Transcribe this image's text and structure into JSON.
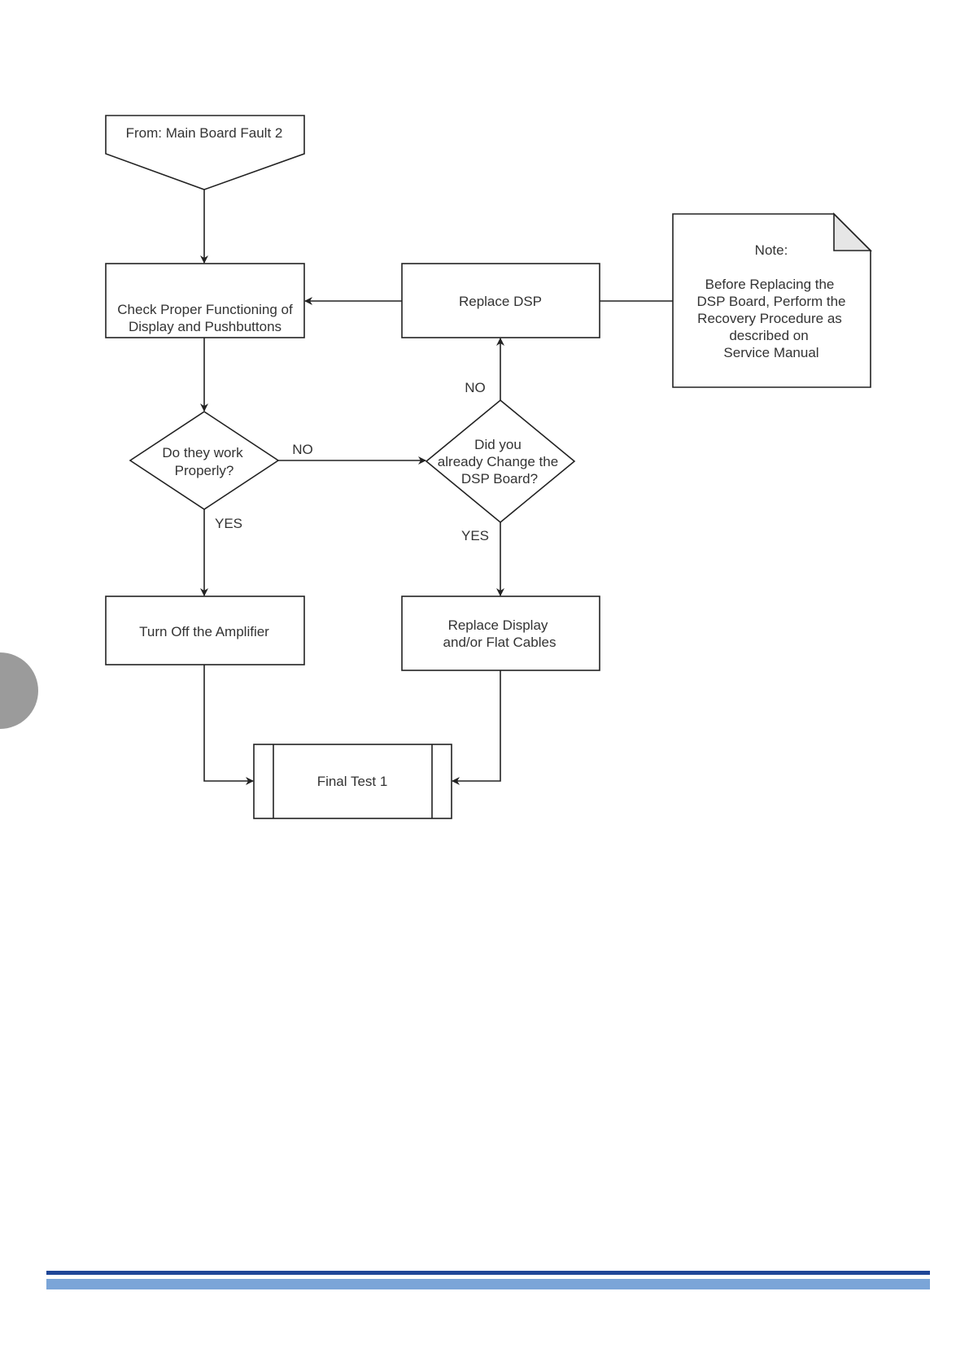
{
  "flowchart": {
    "start": "From: Main Board Fault 2",
    "check": [
      "Check Proper Functioning of",
      "Display and Pushbuttons"
    ],
    "replace_dsp": "Replace DSP",
    "note": [
      "Note:",
      "Before Replacing the",
      "DSP Board, Perform the",
      "Recovery Procedure as",
      "described on",
      "Service Manual"
    ],
    "decision1": [
      "Do they work",
      "Properly?"
    ],
    "decision2": [
      "Did you",
      "already Change the",
      "DSP Board?"
    ],
    "turn_off": "Turn Off the Amplifier",
    "replace_display": [
      "Replace Display",
      "and/or Flat Cables"
    ],
    "final_test": "Final Test 1",
    "labels": {
      "d1_no": "NO",
      "d1_yes": "YES",
      "d2_no": "NO",
      "d2_yes": "YES"
    }
  },
  "colors": {
    "bar_dark": "#1f4697",
    "bar_light": "#7ba5d8",
    "side_tab": "#9b9b9b"
  }
}
